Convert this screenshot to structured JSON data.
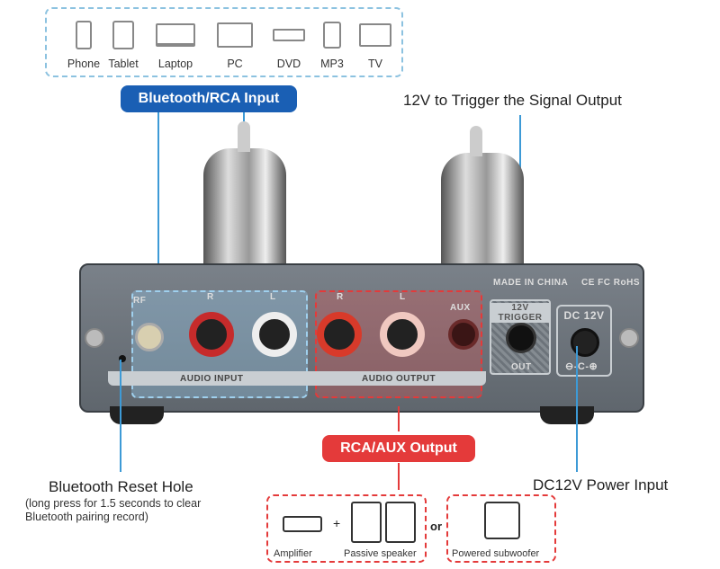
{
  "devices": [
    "Phone",
    "Tablet",
    "Laptop",
    "PC",
    "DVD",
    "MP3",
    "TV"
  ],
  "callouts": {
    "bt_rca_input": "Bluetooth/RCA Input",
    "trigger": "12V to Trigger the Signal Output",
    "reset_title": "Bluetooth Reset Hole",
    "reset_note": "(long press for 1.5 seconds to clear Bluetooth pairing record)",
    "rca_aux_output": "RCA/AUX Output",
    "power": "DC12V Power Input"
  },
  "panel": {
    "made_in": "MADE IN CHINA",
    "certs": "CE FC RoHS",
    "rf": "RF",
    "r": "R",
    "l": "L",
    "aux": "AUX",
    "audio_input": "AUDIO INPUT",
    "audio_output": "AUDIO OUTPUT",
    "trigger": "12V TRIGGER",
    "out": "OUT",
    "dc": "DC 12V",
    "polarity": "⊖-C-⊕"
  },
  "outputs": {
    "amplifier": "Amplifier",
    "plus": "+",
    "passive": "Passive speaker",
    "or": "or",
    "subwoofer": "Powered subwoofer"
  },
  "colors": {
    "blue": "#1a5fb4",
    "red": "#e43a3a",
    "line": "#3d9ad6"
  }
}
